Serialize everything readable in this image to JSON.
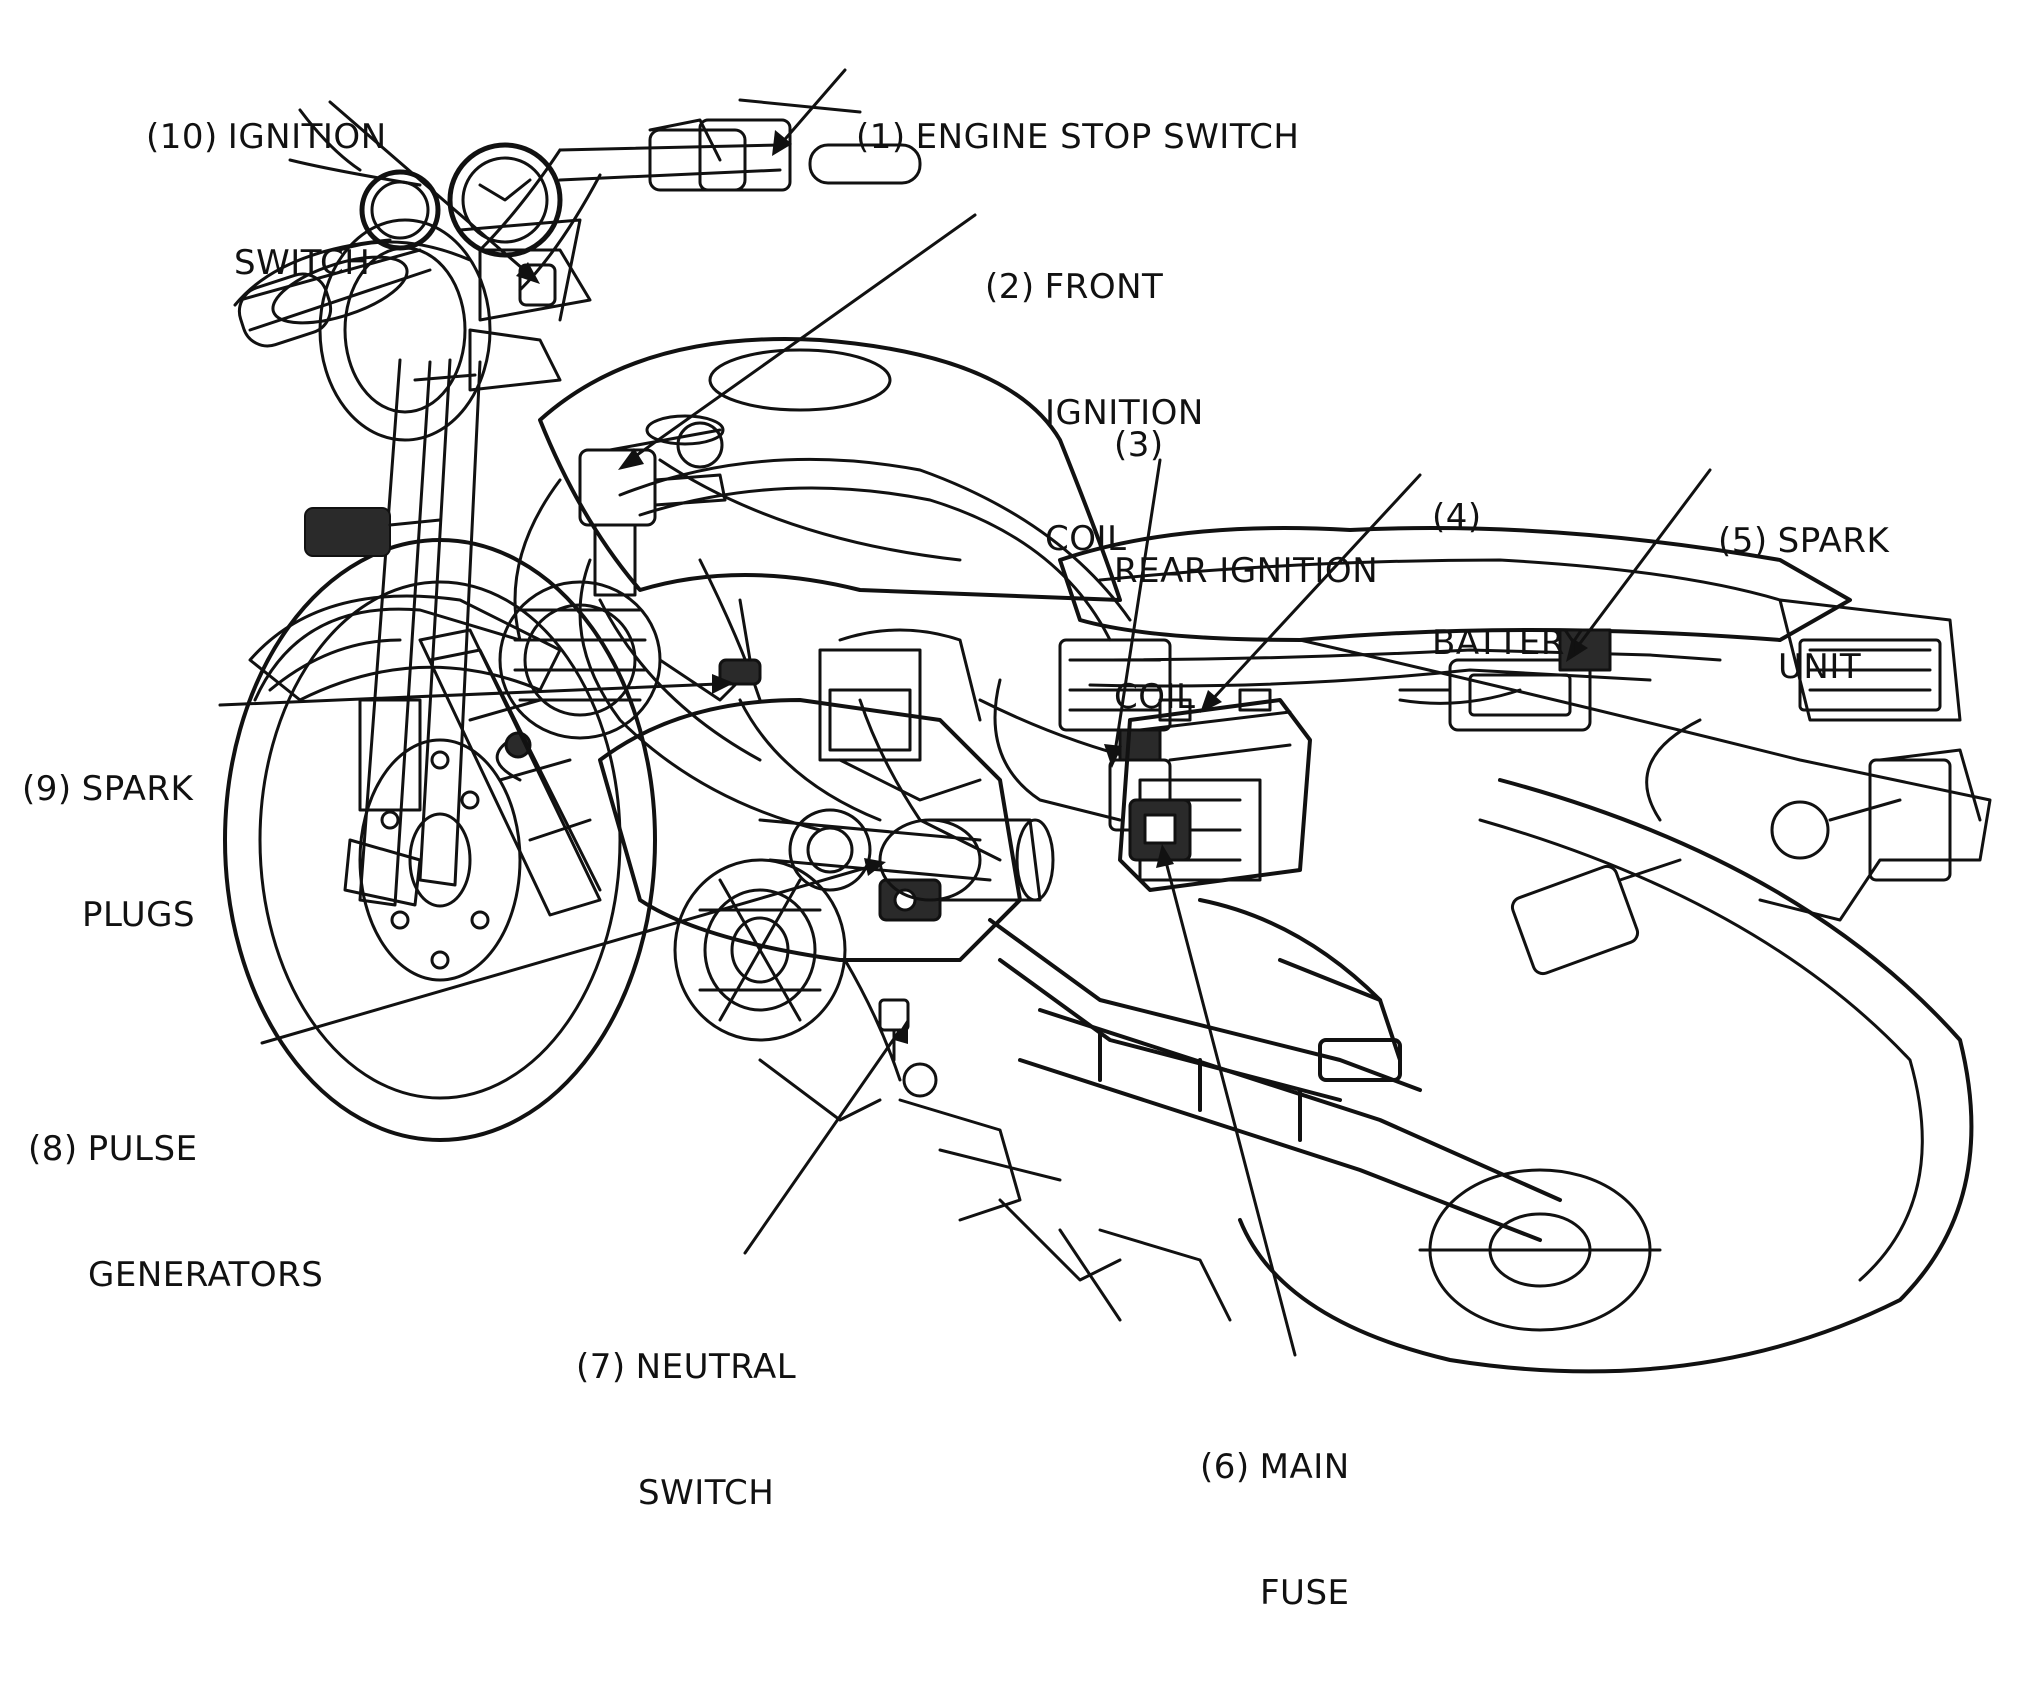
{
  "diagram": {
    "colors": {
      "ink": "#111111",
      "paper": "#ffffff",
      "shade": "#2a2a2a"
    },
    "callouts": [
      {
        "id": "c10",
        "num": "(10)",
        "lines": [
          "IGNITION",
          "SWITCH"
        ]
      },
      {
        "id": "c1",
        "num": "(1)",
        "lines": [
          "ENGINE STOP SWITCH"
        ]
      },
      {
        "id": "c2",
        "num": "(2)",
        "lines": [
          "FRONT",
          "IGNITION",
          "COIL"
        ]
      },
      {
        "id": "c3",
        "num": "(3)",
        "lines": [
          "REAR IGNITION",
          "COIL"
        ]
      },
      {
        "id": "c4",
        "num": "(4)",
        "lines": [
          "BATTERY"
        ]
      },
      {
        "id": "c5",
        "num": "(5)",
        "lines": [
          "SPARK",
          "UNIT"
        ]
      },
      {
        "id": "c9",
        "num": "(9)",
        "lines": [
          "SPARK",
          "PLUGS"
        ]
      },
      {
        "id": "c8",
        "num": "(8)",
        "lines": [
          "PULSE",
          "GENERATORS"
        ]
      },
      {
        "id": "c7",
        "num": "(7)",
        "lines": [
          "NEUTRAL",
          "SWITCH"
        ]
      },
      {
        "id": "c6",
        "num": "(6)",
        "lines": [
          "MAIN",
          "FUSE"
        ]
      }
    ]
  }
}
